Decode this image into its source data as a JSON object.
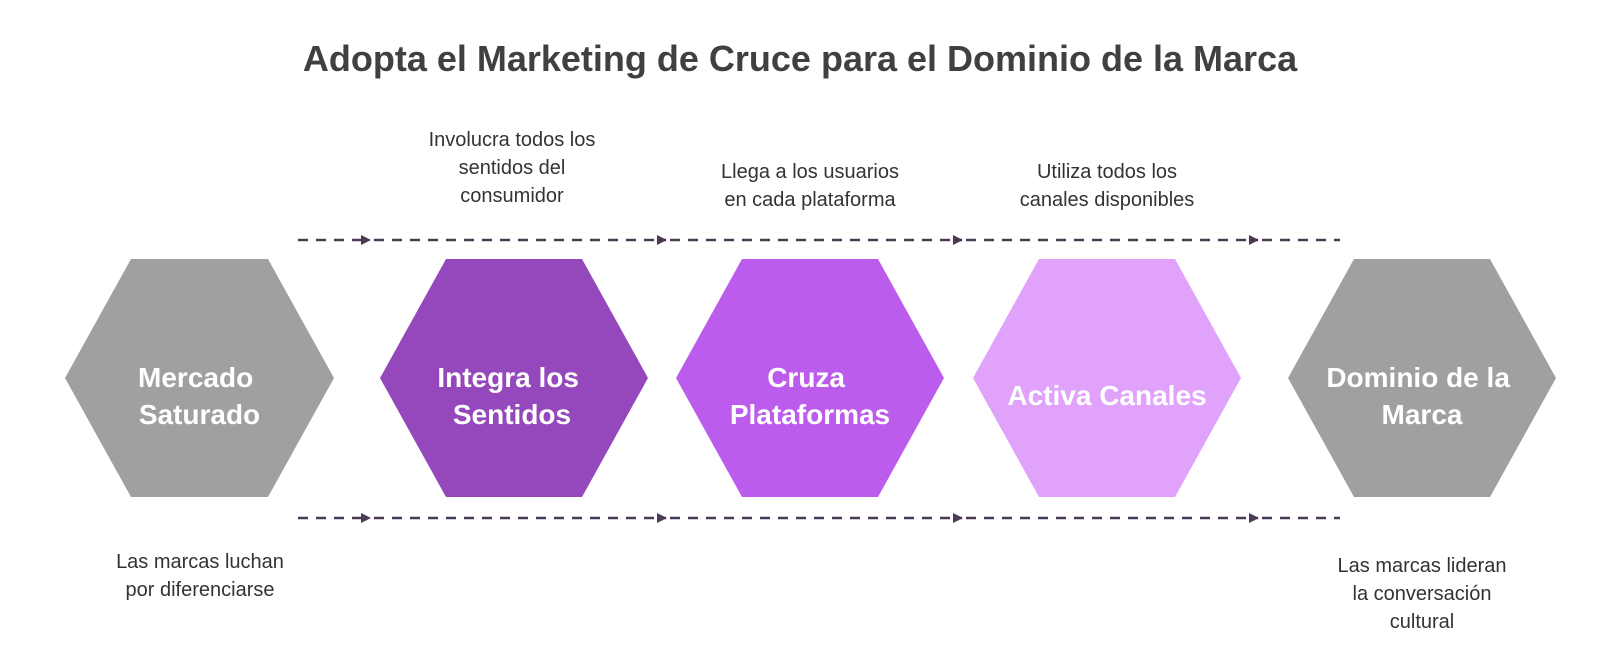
{
  "title": "Adopta el Marketing de Cruce para el Dominio de la Marca",
  "colors": {
    "gray": "#a0a0a0",
    "purple_dark": "#9448bb",
    "purple_mid": "#bb5cec",
    "purple_light": "#e0a2fb",
    "arrow": "#4a3a55",
    "title_text": "#404040",
    "desc_text": "#333333"
  },
  "steps": [
    {
      "label_lines": [
        "Mercado",
        "Saturado"
      ],
      "color": "#a0a0a0",
      "description_lines": [
        "Las marcas luchan",
        "por diferenciarse"
      ],
      "description_position": "below"
    },
    {
      "label_lines": [
        "Integra los",
        "Sentidos"
      ],
      "color": "#9448bb",
      "description_lines": [
        "Involucra todos los",
        "sentidos del",
        "consumidor"
      ],
      "description_position": "above"
    },
    {
      "label_lines": [
        "Cruza",
        "Plataformas"
      ],
      "color": "#bb5cec",
      "description_lines": [
        "Llega a los usuarios",
        "en cada plataforma"
      ],
      "description_position": "above"
    },
    {
      "label_lines": [
        "Activa Canales"
      ],
      "color": "#e0a2fb",
      "description_lines": [
        "Utiliza todos los",
        "canales disponibles"
      ],
      "description_position": "above"
    },
    {
      "label_lines": [
        "Dominio de la",
        "Marca"
      ],
      "color": "#a0a0a0",
      "description_lines": [
        "Las marcas lideran",
        "la conversación",
        "cultural"
      ],
      "description_position": "below"
    }
  ]
}
